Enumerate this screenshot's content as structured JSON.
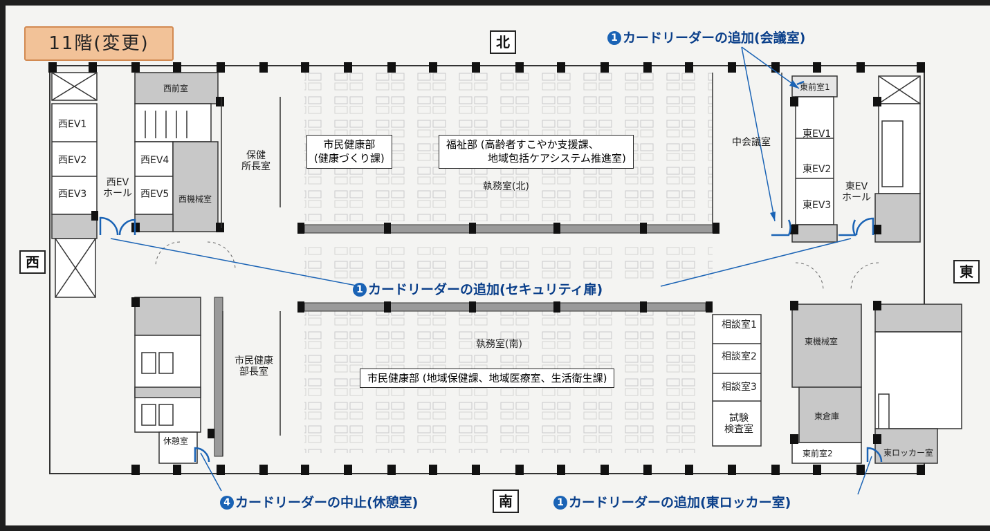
{
  "floor_label": "11階(変更)",
  "directions": {
    "north": "北",
    "south": "南",
    "west": "西",
    "east": "東"
  },
  "colors": {
    "callout_blue": "#1a63b5",
    "callout_text": "#0a3f8a",
    "tag_fill": "#f2c298",
    "room_gray": "#c8c8c8",
    "ink": "#222222"
  },
  "callouts": {
    "meeting_room": {
      "num": "1",
      "text": "カードリーダーの追加(会議室)"
    },
    "security_door": {
      "num": "1",
      "text": "カードリーダーの追加(セキュリティ扉)"
    },
    "rest_room": {
      "num": "4",
      "text": "カードリーダーの中止(休憩室)"
    },
    "east_locker": {
      "num": "1",
      "text": "カードリーダーの追加(東ロッカー室)"
    }
  },
  "rooms": {
    "west_ante": "西前室",
    "west_ev1": "西EV1",
    "west_ev2": "西EV2",
    "west_ev3": "西EV3",
    "west_ev4": "西EV4",
    "west_ev5": "西EV5",
    "west_ev_hall_1": "西EV",
    "west_ev_hall_2": "ホール",
    "west_machine": "西機械室",
    "health_center_1": "保健",
    "health_center_2": "所長室",
    "office_north": "執務室(北)",
    "office_south": "執務室(南)",
    "mid_meeting": "中会議室",
    "east_ante_1": "東前室1",
    "east_ev1": "東EV1",
    "east_ev2": "東EV2",
    "east_ev3": "東EV3",
    "east_ev_hall_1": "東EV",
    "east_ev_hall_2": "ホール",
    "citizen_head_1": "市民健康",
    "citizen_head_2": "部長室",
    "consult_1": "相談室1",
    "consult_2": "相談室2",
    "consult_3": "相談室3",
    "test_1": "試験",
    "test_2": "検査室",
    "east_machine": "東機械室",
    "east_storage": "東倉庫",
    "east_ante_2": "東前室2",
    "east_locker": "東ロッカー室",
    "rest_room": "休憩室"
  },
  "departments": {
    "north_left_1": "市民健康部",
    "north_left_2": "(健康づくり課)",
    "north_right_1": "福祉部 (高齢者すこやか支援課、",
    "north_right_2": "地域包括ケアシステム推進室)",
    "south": "市民健康部 (地域保健課、地域医療室、生活衛生課)"
  }
}
